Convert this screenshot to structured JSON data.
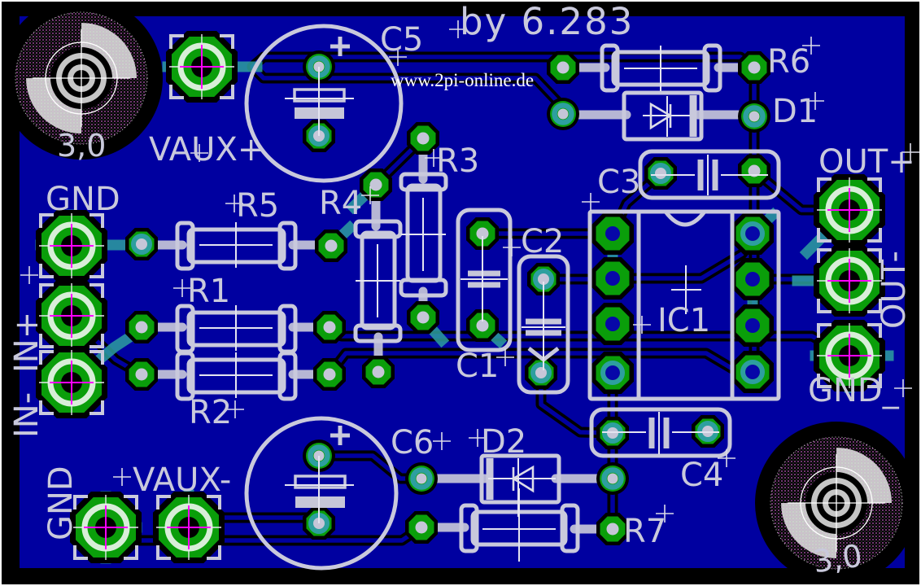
{
  "board": {
    "title": "by 6.283",
    "watermark": "www.2pi-online.de",
    "drill_label": "3,0",
    "colors": {
      "copper_pour_blue": "#0000a0",
      "isolation_black": "#000000",
      "pad_green": "#0a9e0a",
      "pad_ring_pale": "#d8eed8",
      "top_layer_teal": "#2d9f9f",
      "silkscreen_lavender": "#c9c9dc",
      "drill_cross_magenta": "#ff00ff",
      "watermark_white": "#ffffff"
    }
  },
  "labels": {
    "title": "by 6.283",
    "watermark": "www.2pi-online.de",
    "c1": "C1",
    "c2": "C2",
    "c3": "C3",
    "c4": "C4",
    "c5": "C5",
    "c6": "C6",
    "r1": "R1",
    "r2": "R2",
    "r3": "R3",
    "r4": "R4",
    "r5": "R5",
    "r6": "R6",
    "r7": "R7",
    "d1": "D1",
    "d2": "D2",
    "ic1": "IC1",
    "vaux_plus": "VAUX+",
    "vaux_minus": "VAUX-",
    "gnd_top_left": "GND",
    "gnd_bottom_left": "GND",
    "gnd_right": "GND_",
    "in_plus": "IN+",
    "in_minus": "IN-",
    "out_plus": "OUT+",
    "out_minus": "OUT-",
    "hole_drill": "3,0"
  },
  "components": [
    {
      "ref": "C1",
      "type": "capacitor"
    },
    {
      "ref": "C2",
      "type": "capacitor"
    },
    {
      "ref": "C3",
      "type": "capacitor"
    },
    {
      "ref": "C4",
      "type": "capacitor"
    },
    {
      "ref": "C5",
      "type": "electrolytic-capacitor"
    },
    {
      "ref": "C6",
      "type": "electrolytic-capacitor"
    },
    {
      "ref": "R1",
      "type": "resistor"
    },
    {
      "ref": "R2",
      "type": "resistor"
    },
    {
      "ref": "R3",
      "type": "resistor"
    },
    {
      "ref": "R4",
      "type": "resistor"
    },
    {
      "ref": "R5",
      "type": "resistor"
    },
    {
      "ref": "R6",
      "type": "resistor"
    },
    {
      "ref": "R7",
      "type": "resistor"
    },
    {
      "ref": "D1",
      "type": "diode"
    },
    {
      "ref": "D2",
      "type": "diode"
    },
    {
      "ref": "IC1",
      "type": "dip8-ic"
    }
  ],
  "connectors": {
    "left": [
      "GND",
      "IN+",
      "IN-"
    ],
    "right": [
      "OUT+",
      "OUT-",
      "GND_"
    ],
    "top": [
      "VAUX+"
    ],
    "bottom": [
      "GND",
      "VAUX-"
    ]
  },
  "mounting_holes": {
    "count": 2,
    "drill_label": "3,0"
  }
}
